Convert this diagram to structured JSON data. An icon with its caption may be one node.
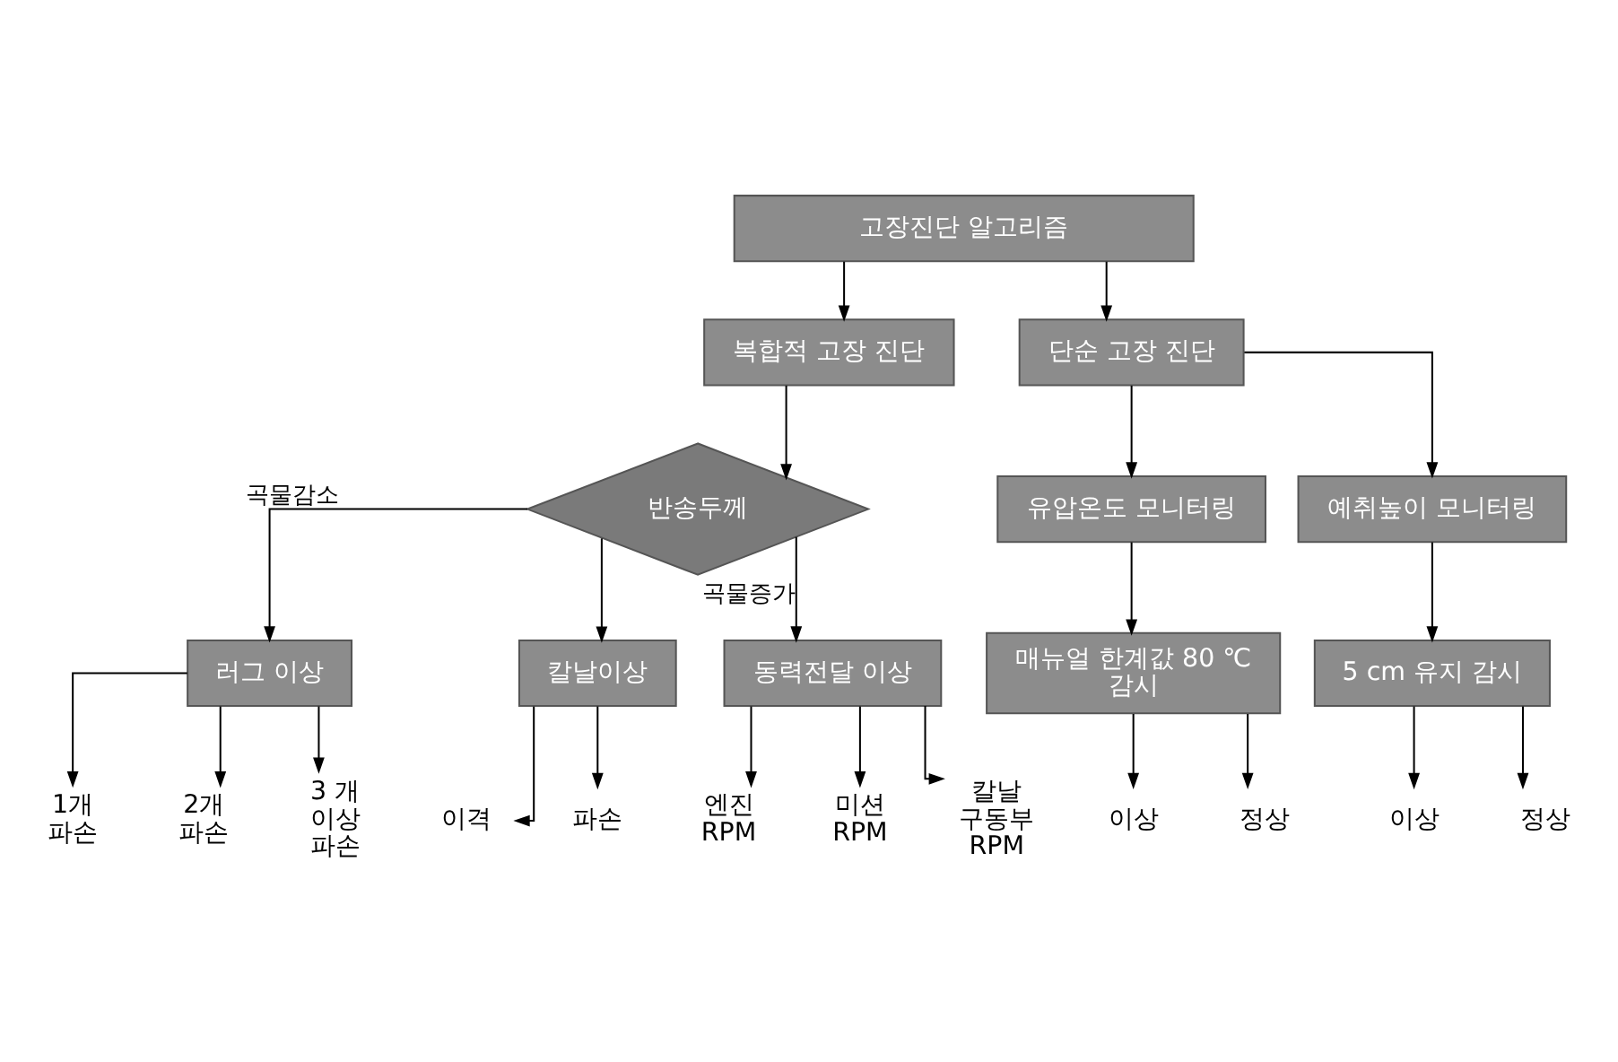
{
  "diagram": {
    "nodes": [
      {
        "text": [
          "고장진단 알고리즘"
        ]
      },
      {
        "text": [
          "복합적 고장 진단"
        ]
      },
      {
        "text": [
          "단순 고장 진단"
        ]
      },
      {
        "text": [
          "반송두께"
        ]
      },
      {
        "text": [
          "러그 이상"
        ]
      },
      {
        "text": [
          "칼날이상"
        ]
      },
      {
        "text": [
          "동력전달 이상"
        ]
      },
      {
        "text": [
          "유압온도 모니터링"
        ]
      },
      {
        "text": [
          "예취높이 모니터링"
        ]
      },
      {
        "text": [
          "매뉴얼 한계값 80 ℃ 감시"
        ]
      },
      {
        "text": [
          "5 cm 유지 감시"
        ]
      },
      {
        "text": [
          "1개 파손"
        ]
      },
      {
        "text": [
          "2개 파손"
        ]
      },
      {
        "text": [
          "3 개 이상 파손"
        ]
      },
      {
        "text": [
          "이격"
        ]
      },
      {
        "text": [
          "파손"
        ]
      },
      {
        "text": [
          "엔진 RPM"
        ]
      },
      {
        "text": [
          "미션 RPM"
        ]
      },
      {
        "text": [
          "칼날 구동부 RPM"
        ]
      },
      {
        "text": [
          "이상"
        ]
      },
      {
        "text": [
          "정상"
        ]
      },
      {
        "text": [
          "이상"
        ]
      },
      {
        "text": [
          "정상"
        ]
      }
    ],
    "edges": [
      {
        "from": 0,
        "to": 1,
        "arrow": "to"
      },
      {
        "from": 0,
        "to": 2,
        "arrow": "to"
      },
      {
        "from": 1,
        "to": 3,
        "arrow": "to"
      },
      {
        "from": 3,
        "to": 4,
        "arrow": "to",
        "label": "곡물감소"
      },
      {
        "from": 3,
        "to": 5,
        "arrow": "to"
      },
      {
        "from": 3,
        "to": 6,
        "arrow": "to",
        "label": "곡물증가"
      },
      {
        "from": 2,
        "to": 7,
        "arrow": "to"
      },
      {
        "from": 2,
        "to": 8,
        "arrow": "to"
      },
      {
        "from": 7,
        "to": 9,
        "arrow": "to"
      },
      {
        "from": 8,
        "to": 10,
        "arrow": "to"
      },
      {
        "from": 4,
        "to": 11,
        "arrow": "to"
      },
      {
        "from": 4,
        "to": 12,
        "arrow": "to"
      },
      {
        "from": 4,
        "to": 13,
        "arrow": "to"
      },
      {
        "from": 5,
        "to": 14,
        "arrow": "to"
      },
      {
        "from": 5,
        "to": 15,
        "arrow": "to"
      },
      {
        "from": 6,
        "to": 16,
        "arrow": "to"
      },
      {
        "from": 6,
        "to": 17,
        "arrow": "to"
      },
      {
        "from": 6,
        "to": 18,
        "arrow": "to"
      },
      {
        "from": 9,
        "to": 19,
        "arrow": "to"
      },
      {
        "from": 9,
        "to": 20,
        "arrow": "to"
      },
      {
        "from": 10,
        "to": 21,
        "arrow": "to"
      },
      {
        "from": 10,
        "to": 22,
        "arrow": "to"
      }
    ]
  }
}
